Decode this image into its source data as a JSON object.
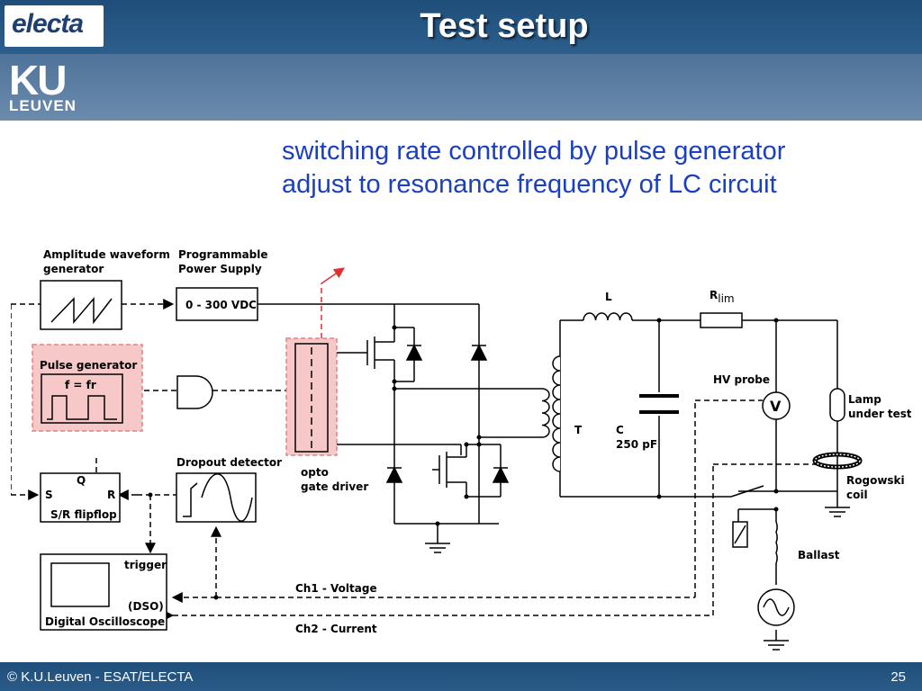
{
  "header": {
    "title": "Test setup",
    "logo_electa_text": "electa",
    "logo_ku_text": "KU",
    "logo_leuven_text": "LEUVEN"
  },
  "subtitle": {
    "line1": "switching rate controlled by pulse generator",
    "line2": "adjust to resonance frequency of LC circuit"
  },
  "diagram": {
    "amp_gen_line1": "Amplitude waveform",
    "amp_gen_line2": "generator",
    "psu_line1": "Programmable",
    "psu_line2": "Power Supply",
    "psu_range": "0 - 300 VDC",
    "pulse_gen": "Pulse generator",
    "pulse_freq": "f = fr",
    "flipflop_q": "Q",
    "flipflop_s": "S",
    "flipflop_r": "R",
    "flipflop_name": "S/R flipflop",
    "dropout": "Dropout detector",
    "opto_line1": "opto",
    "opto_line2": "gate driver",
    "dso_trigger": "trigger",
    "dso_tag": "(DSO)",
    "dso_name": "Digital Oscilloscope",
    "ch1": "Ch1 - Voltage",
    "ch2": "Ch2 - Current",
    "inductor_l": "L",
    "r_main": "R",
    "r_sub": "lim",
    "hv_probe": "HV probe",
    "voltmeter": "V",
    "transformer_t": "T",
    "cap_c": "C",
    "cap_value": "250 pF",
    "lamp_line1": "Lamp",
    "lamp_line2": "under test",
    "rogowski_line1": "Rogowski",
    "rogowski_line2": "coil",
    "ballast": "Ballast"
  },
  "footer": {
    "copyright": "© K.U.Leuven - ESAT/ELECTA",
    "page_number": "25"
  }
}
